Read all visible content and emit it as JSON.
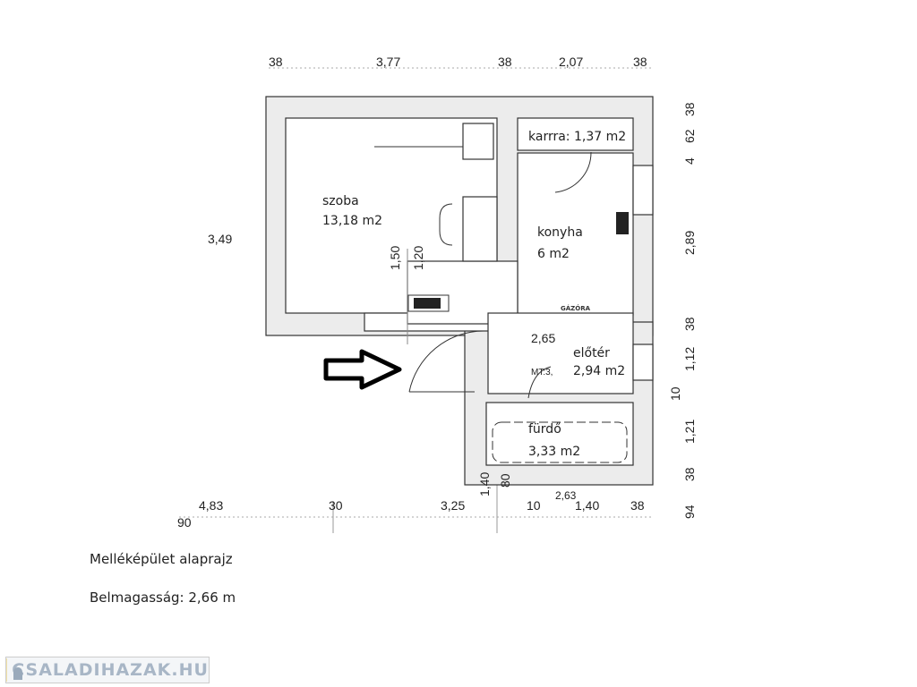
{
  "rooms": {
    "szoba": {
      "name": "szoba",
      "area": "13,18 m2"
    },
    "konyha": {
      "name": "konyha",
      "area": "6 m2"
    },
    "kamra": {
      "label": "karrra: 1,37 m2"
    },
    "eloter": {
      "name": "előtér",
      "area": "2,94 m2",
      "note": "MT:3,"
    },
    "furdo": {
      "name": "fürdő",
      "area": "3,33 m2"
    },
    "gazora": "GÁZÓRA"
  },
  "dimensions": {
    "top": [
      "38",
      "3,77",
      "38",
      "2,07",
      "38"
    ],
    "right": [
      "38",
      "62",
      "4",
      "2,89",
      "38",
      "1,12",
      "10",
      "1,21",
      "38",
      "94"
    ],
    "left": [
      "3,49"
    ],
    "bottom": [
      "4,83",
      "90",
      "30",
      "3,25",
      "10",
      "2,63",
      "1,40",
      "38"
    ],
    "inner": [
      "1,50",
      "1,20",
      "2,65",
      "1,40",
      "80"
    ]
  },
  "caption": {
    "title": "Melléképület alaprajz",
    "height": "Belmagasság: 2,66 m"
  },
  "logo": {
    "text": "CSALADIHAZAK.HU"
  }
}
